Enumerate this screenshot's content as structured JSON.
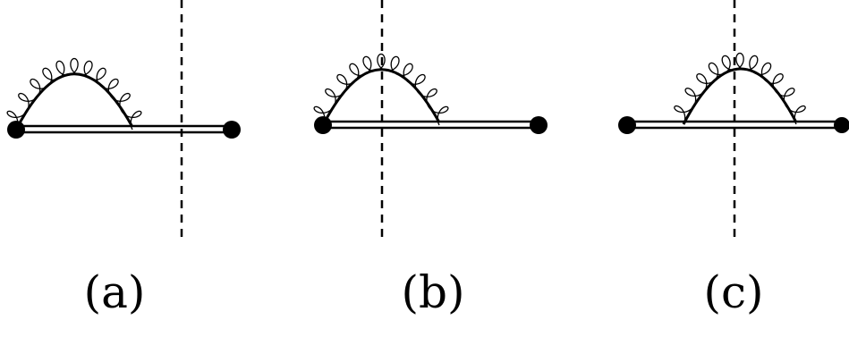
{
  "panels": [
    {
      "label": "(a)"
    },
    {
      "label": "(b)"
    },
    {
      "label": "(c)"
    }
  ],
  "colors": {
    "ink": "#000000",
    "background": "#ffffff"
  }
}
